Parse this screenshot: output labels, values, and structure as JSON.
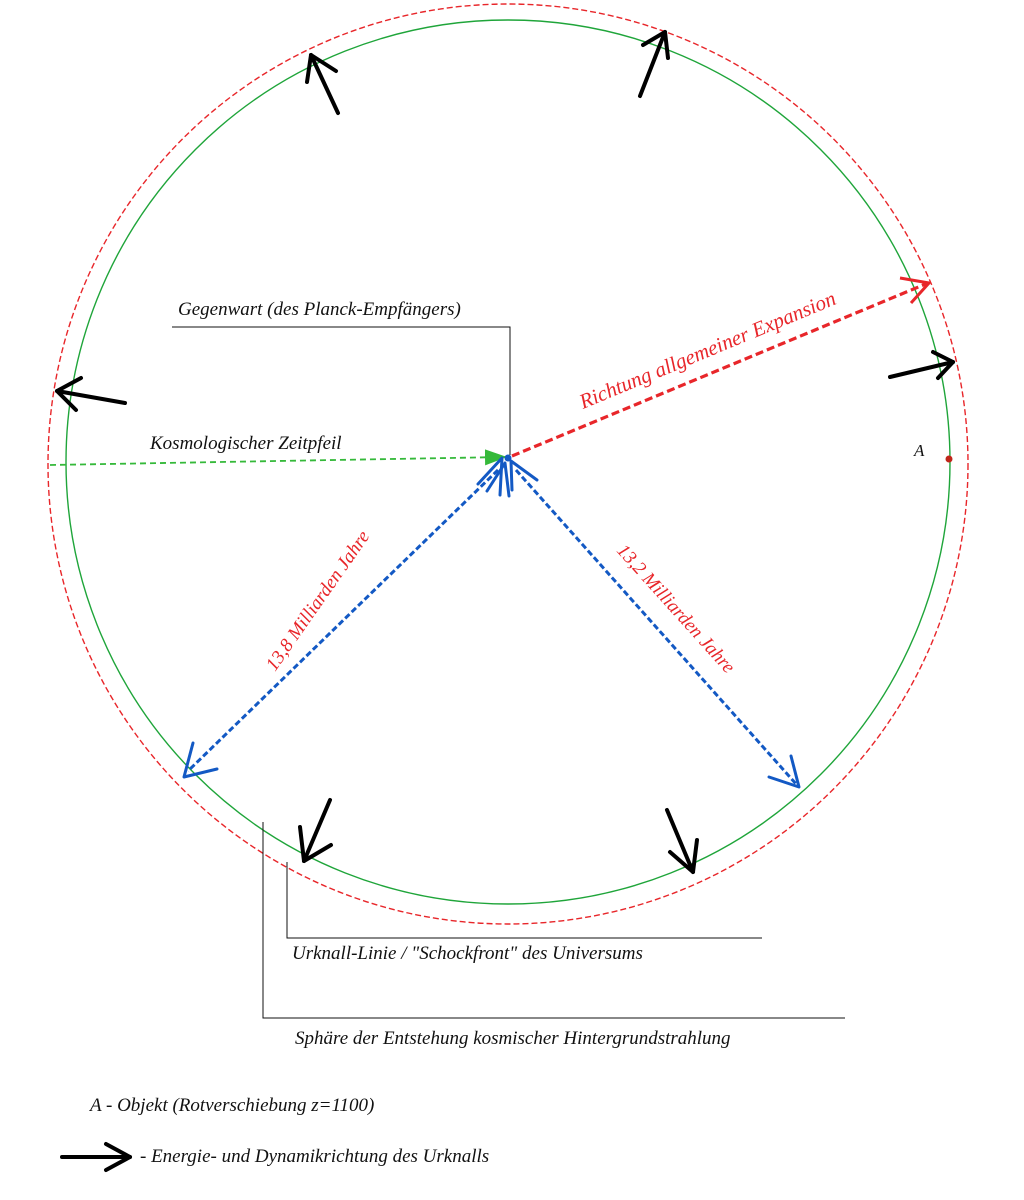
{
  "colors": {
    "outer_sphere": "#e8262a",
    "inner_sphere": "#1fa53a",
    "expansion_arrow": "#e8262a",
    "time_arrow": "#35b93a",
    "distance_arrows": "#1359c4",
    "red_labels": "#e8262a",
    "energy_arrows": "#000000",
    "object_a": "#c0261a"
  },
  "labels": {
    "present": "Gegenwart (des Planck-Empfängers)",
    "time_arrow": "Kosmologischer Zeitpfeil",
    "expansion": "Richtung allgemeiner Expansion",
    "distance_left": "13,8 Milliarden Jahre",
    "distance_right": "13,2 Milliarden Jahre",
    "object_marker": "A",
    "big_bang_line": "Urknall-Linie / \"Schockfront\" des Universums",
    "cmb_sphere": "Sphäre der Entstehung  kosmischer Hintergrundstrahlung"
  },
  "legend": {
    "object_a": "A - Objekt (Rotverschiebung z=1100)",
    "energy_arrow": "- Energie- und Dynamikrichtung des Urknalls",
    "energy_arrow_icon": "black-open-arrow-icon"
  }
}
